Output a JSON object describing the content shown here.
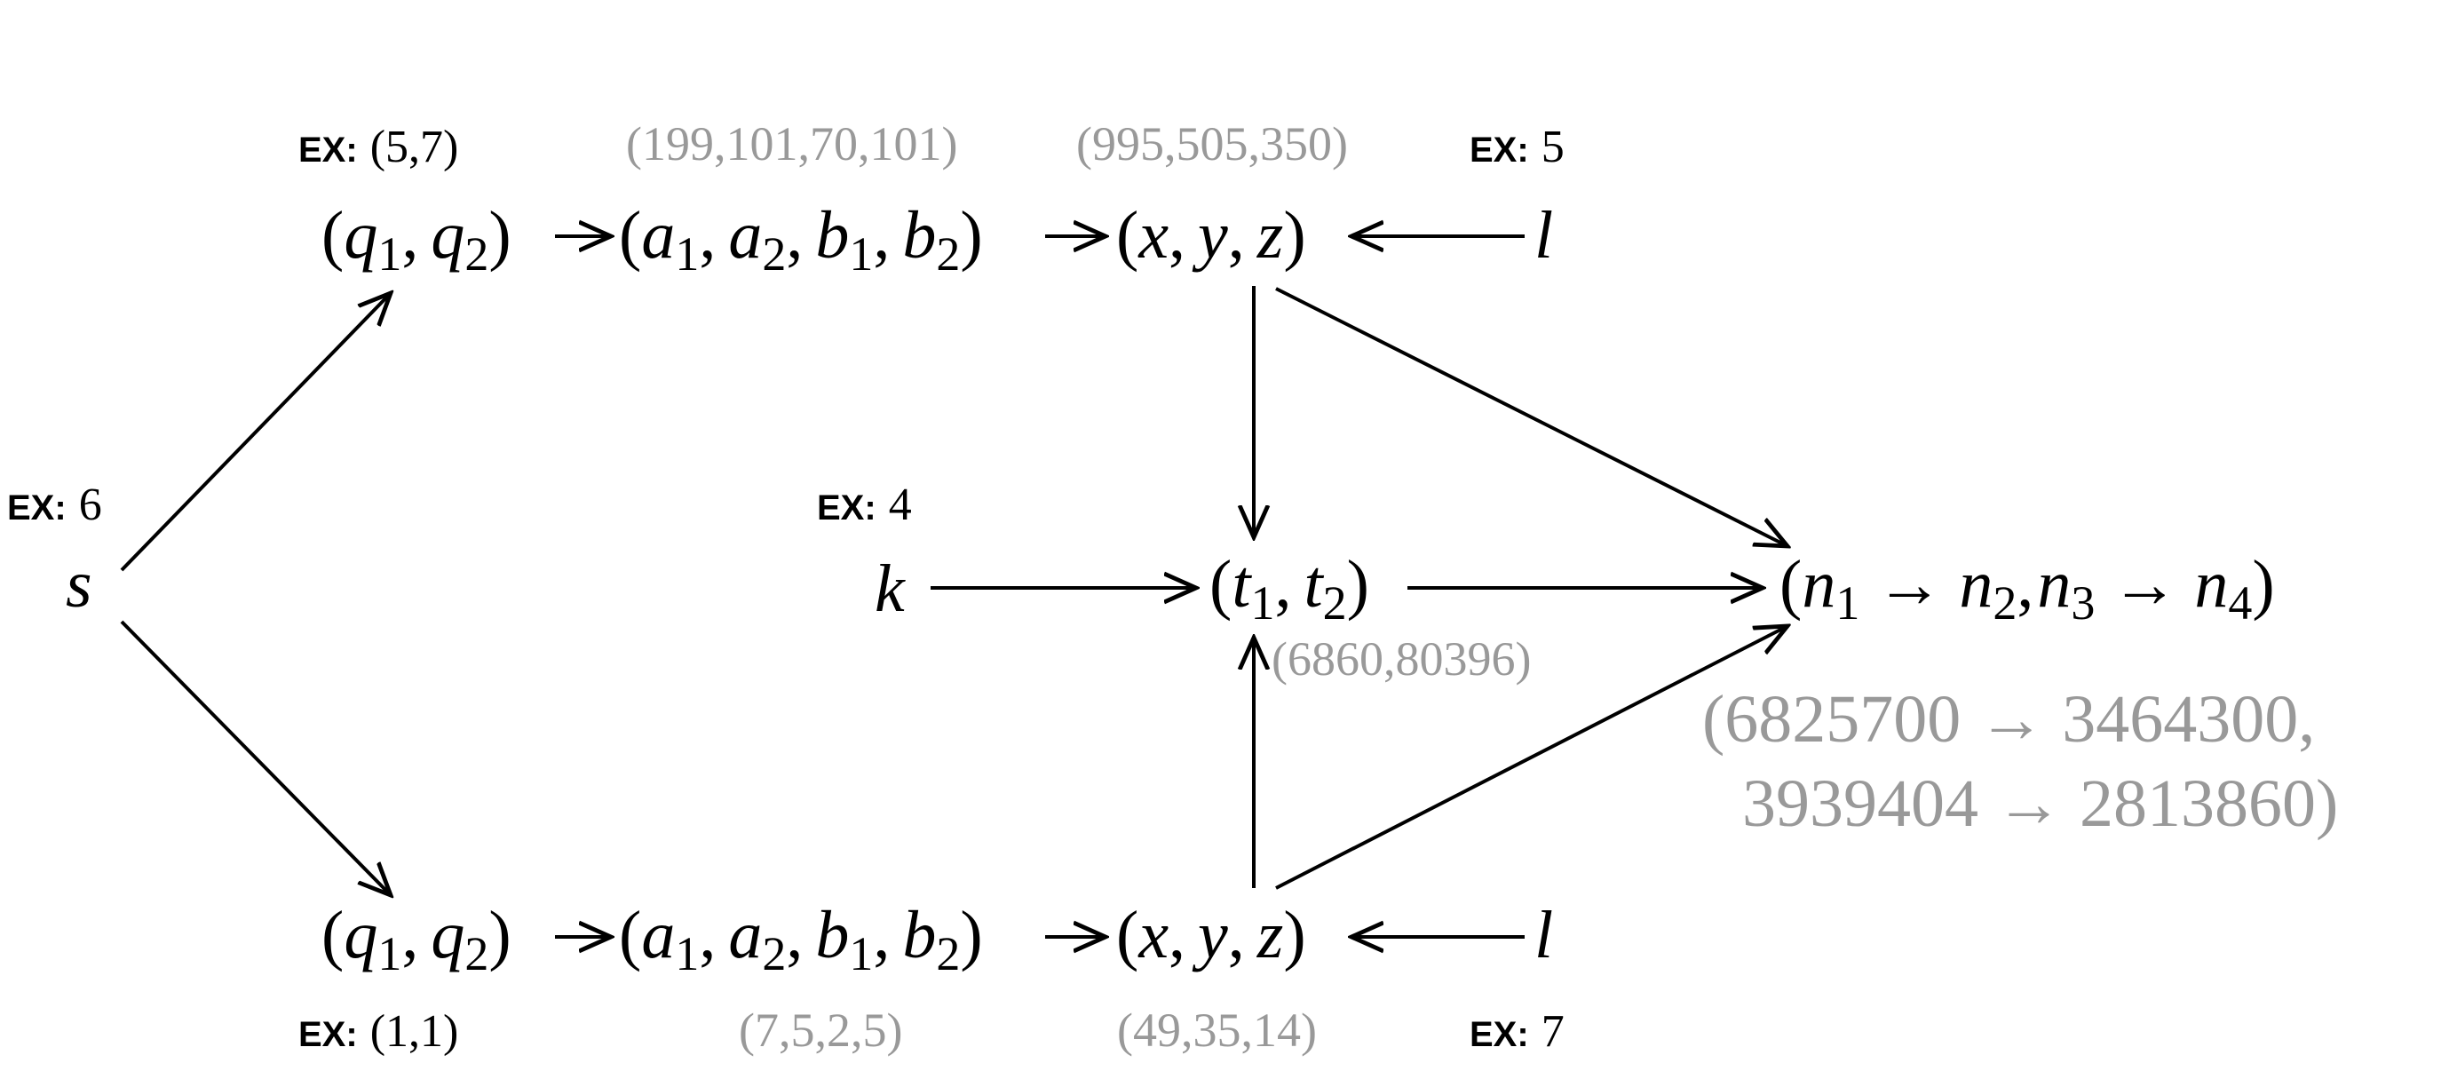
{
  "ex_label": "EX:",
  "nodes": {
    "s": {
      "label": "s",
      "example": "6"
    },
    "k": {
      "label": "k",
      "example": "4"
    },
    "q_top": {
      "example": "(5,7)"
    },
    "q_bottom": {
      "example": "(1,1)"
    },
    "ab_top": {
      "value": "(199,101,70,101)"
    },
    "ab_bottom": {
      "value": "(7,5,2,5)"
    },
    "xyz_top": {
      "value": "(995,505,350)"
    },
    "xyz_bottom": {
      "value": "(49,35,14)"
    },
    "l_top": {
      "label": "l",
      "example": "5"
    },
    "l_bottom": {
      "label": "l",
      "example": "7"
    },
    "t": {
      "value": "(6860,80396)"
    },
    "n": {
      "value_line1": "(6825700 → 3464300,",
      "value_line2": "3939404 → 2813860)"
    }
  },
  "math": {
    "comma": ",",
    "open": "(",
    "close": ")",
    "right_arrow": "→",
    "q": "q",
    "a": "a",
    "b": "b",
    "x": "x",
    "y": "y",
    "z": "z",
    "t": "t",
    "n": "n",
    "sub1": "1",
    "sub2": "2",
    "sub3": "3",
    "sub4": "4"
  },
  "colors": {
    "ink": "#000000",
    "value_gray": "#999999"
  }
}
